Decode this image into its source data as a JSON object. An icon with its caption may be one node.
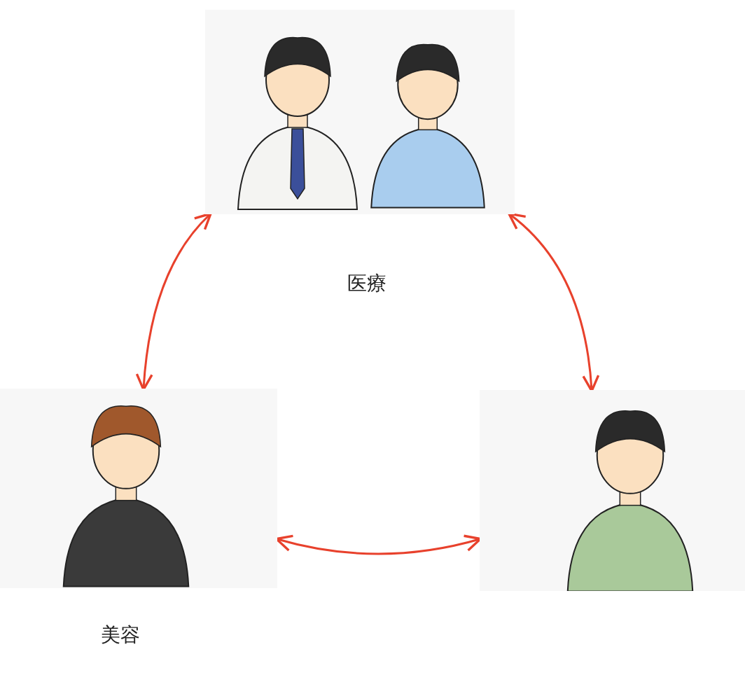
{
  "diagram": {
    "nodes": [
      {
        "text": [],
        "shape": "picture",
        "beside": [
          "医療"
        ]
      },
      {
        "text": [],
        "shape": "picture",
        "beside": [
          "美容"
        ]
      },
      {
        "text": [],
        "shape": "picture"
      }
    ],
    "edges": [
      {
        "from": 0,
        "to": 1,
        "arrow": "both"
      },
      {
        "from": 0,
        "to": 2,
        "arrow": "both"
      },
      {
        "from": 1,
        "to": 2,
        "arrow": "both"
      }
    ]
  }
}
